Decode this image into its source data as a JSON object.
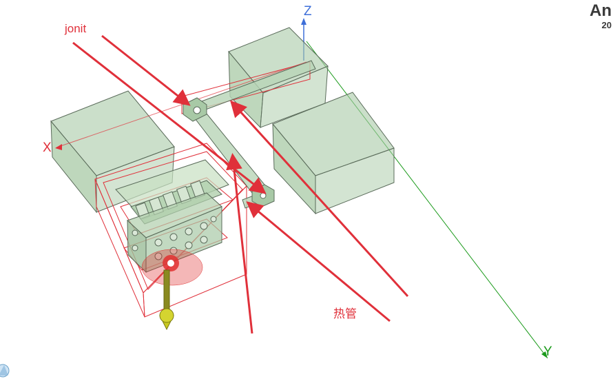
{
  "annotations": {
    "joint_label": "jonit",
    "heat_pipe_label": "热管"
  },
  "axes": {
    "x": "X",
    "y": "Y",
    "z": "Z",
    "x_color": "#e0303a",
    "y_color": "#1a9a1a",
    "z_color": "#3e6fd8"
  },
  "brand": {
    "name": "An",
    "version": "20"
  },
  "colors": {
    "solid_fill": "#a8c9a6",
    "edge": "#5a6b5a",
    "annotation": "#e0303a",
    "highlight": "#e03030"
  },
  "icons": {
    "triad": "triad-icon",
    "probe": "probe-icon"
  }
}
